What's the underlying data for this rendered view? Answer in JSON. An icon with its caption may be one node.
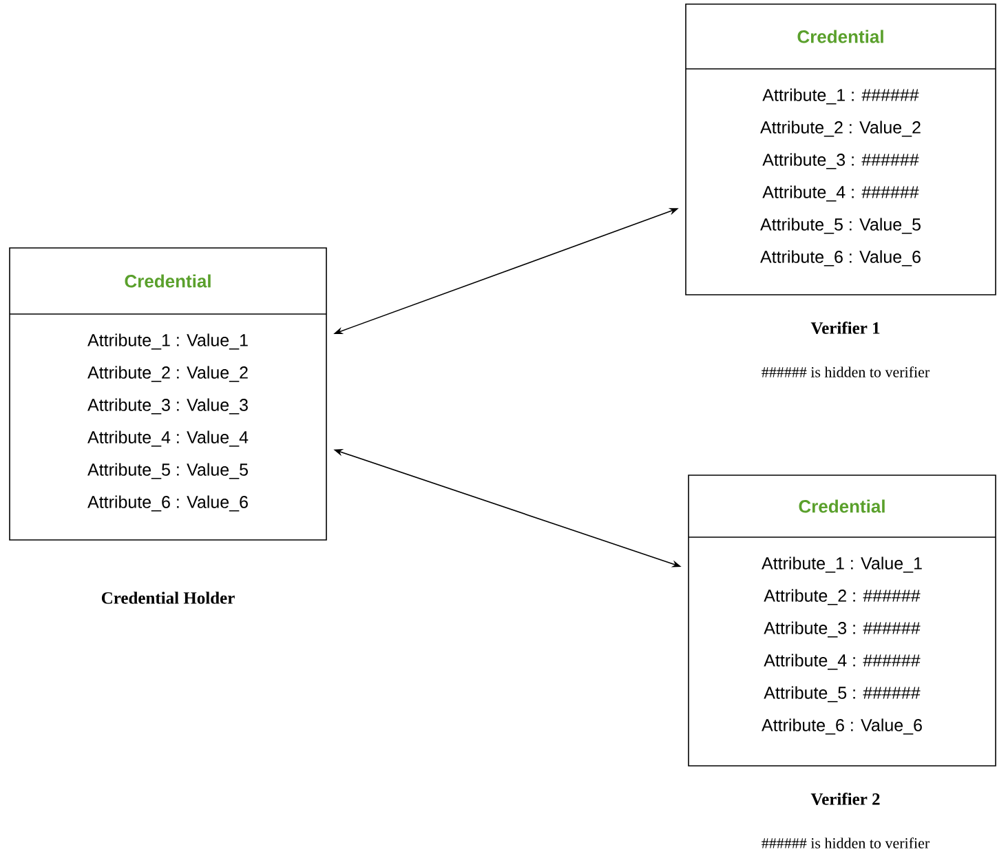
{
  "diagram": {
    "nodes": [
      {
        "text": [
          "Credential",
          "Attribute_1 : Value_1",
          "Attribute_2 : Value_2",
          "Attribute_3 : Value_3",
          "Attribute_4 : Value_4",
          "Attribute_5 : Value_5",
          "Attribute_6 : Value_6"
        ],
        "beside": [
          "Credential Holder"
        ]
      },
      {
        "text": [
          "Credential",
          "Attribute_1 : ######",
          "Attribute_2 : Value_2",
          "Attribute_3 : ######",
          "Attribute_4 : ######",
          "Attribute_5 : Value_5",
          "Attribute_6 : Value_6"
        ],
        "beside": [
          "Verifier 1",
          "###### is hidden to verifier"
        ]
      },
      {
        "text": [
          "Credential",
          "Attribute_1 : Value_1",
          "Attribute_2 : ######",
          "Attribute_3 : ######",
          "Attribute_4 : ######",
          "Attribute_5 : ######",
          "Attribute_6 : Value_6"
        ],
        "beside": [
          "Verifier 2",
          "###### is hidden to verifier"
        ]
      }
    ],
    "edges": [
      {
        "from": 0,
        "to": 1,
        "arrow": "both"
      },
      {
        "from": 0,
        "to": 2,
        "arrow": "both"
      }
    ]
  }
}
